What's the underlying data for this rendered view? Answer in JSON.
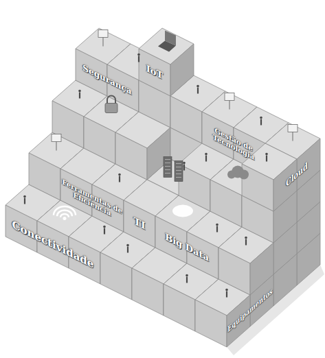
{
  "diagram": {
    "nodes": [
      {
        "text": [
          "Segurança"
        ]
      },
      {
        "text": [
          "IoT"
        ]
      },
      {
        "text": [
          "Gestão de Tecnologia"
        ]
      },
      {
        "text": [
          "Ferramentas de Eficiência"
        ]
      },
      {
        "text": [
          "Cloud"
        ]
      },
      {
        "text": [
          "TI"
        ]
      },
      {
        "text": [
          "Big Data"
        ]
      },
      {
        "text": [
          "Conectividade"
        ]
      },
      {
        "text": [
          "Equipamentos"
        ]
      }
    ]
  }
}
